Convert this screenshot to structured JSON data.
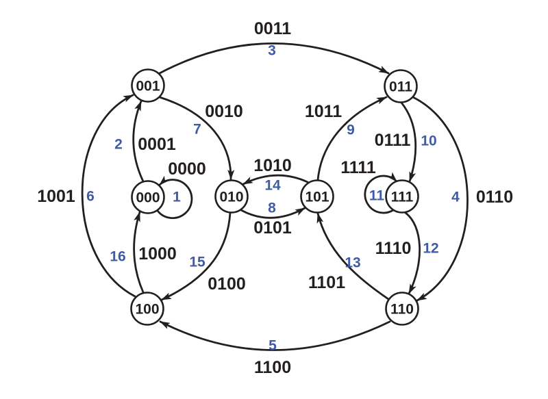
{
  "diagram": {
    "type": "state-transition-graph",
    "background": "#ffffff",
    "line_color": "#231f20",
    "label_color": "#231f20",
    "number_color": "#3f5ba7",
    "nodes": [
      {
        "label": "000"
      },
      {
        "label": "001"
      },
      {
        "label": "010"
      },
      {
        "label": "011"
      },
      {
        "label": "100"
      },
      {
        "label": "101"
      },
      {
        "label": "110"
      },
      {
        "label": "111"
      }
    ],
    "edges": [
      {
        "number": "1",
        "label": "0000",
        "from": "000",
        "to": "000"
      },
      {
        "number": "2",
        "label": "0001",
        "from": "000",
        "to": "001"
      },
      {
        "number": "3",
        "label": "0011",
        "from": "001",
        "to": "011"
      },
      {
        "number": "4",
        "label": "0110",
        "from": "011",
        "to": "110"
      },
      {
        "number": "5",
        "label": "1100",
        "from": "110",
        "to": "100"
      },
      {
        "number": "6",
        "label": "1001",
        "from": "100",
        "to": "001"
      },
      {
        "number": "7",
        "label": "0010",
        "from": "001",
        "to": "010"
      },
      {
        "number": "8",
        "label": "0101",
        "from": "010",
        "to": "101"
      },
      {
        "number": "9",
        "label": "1011",
        "from": "101",
        "to": "011"
      },
      {
        "number": "10",
        "label": "0111",
        "from": "011",
        "to": "111"
      },
      {
        "number": "11",
        "label": "1111",
        "from": "111",
        "to": "111"
      },
      {
        "number": "12",
        "label": "1110",
        "from": "111",
        "to": "110"
      },
      {
        "number": "13",
        "label": "1101",
        "from": "110",
        "to": "101"
      },
      {
        "number": "14",
        "label": "1010",
        "from": "101",
        "to": "010"
      },
      {
        "number": "15",
        "label": "0100",
        "from": "010",
        "to": "100"
      },
      {
        "number": "16",
        "label": "1000",
        "from": "100",
        "to": "000"
      }
    ]
  }
}
